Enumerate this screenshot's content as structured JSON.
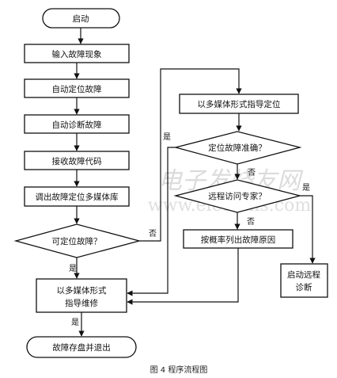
{
  "nodes": {
    "start": "启动",
    "input_fault": "输入故障现象",
    "auto_locate": "自动定位故障",
    "auto_diagnose": "自动诊断故障",
    "receive_code": "接收故障代码",
    "call_multimedia": "调出故障定位多媒体库",
    "can_locate": "可定位故障？",
    "guide_repair_l1": "以多媒体形式",
    "guide_repair_l2": "指导维修",
    "save_exit": "故障存盘并退出",
    "guide_locate": "以多媒体形式指导定位",
    "locate_correct": "定位故障准确？",
    "remote_expert": "远程访问专家？",
    "list_causes": "按概率列出故障原因",
    "launch_remote_l1": "启动远程",
    "launch_remote_l2": "诊断"
  },
  "edge_labels": {
    "no": "否",
    "yes": "是"
  },
  "caption": "图 4  程序流程图",
  "watermark": {
    "cn": "电子发烧友网",
    "url": "www.elecfans.com"
  }
}
